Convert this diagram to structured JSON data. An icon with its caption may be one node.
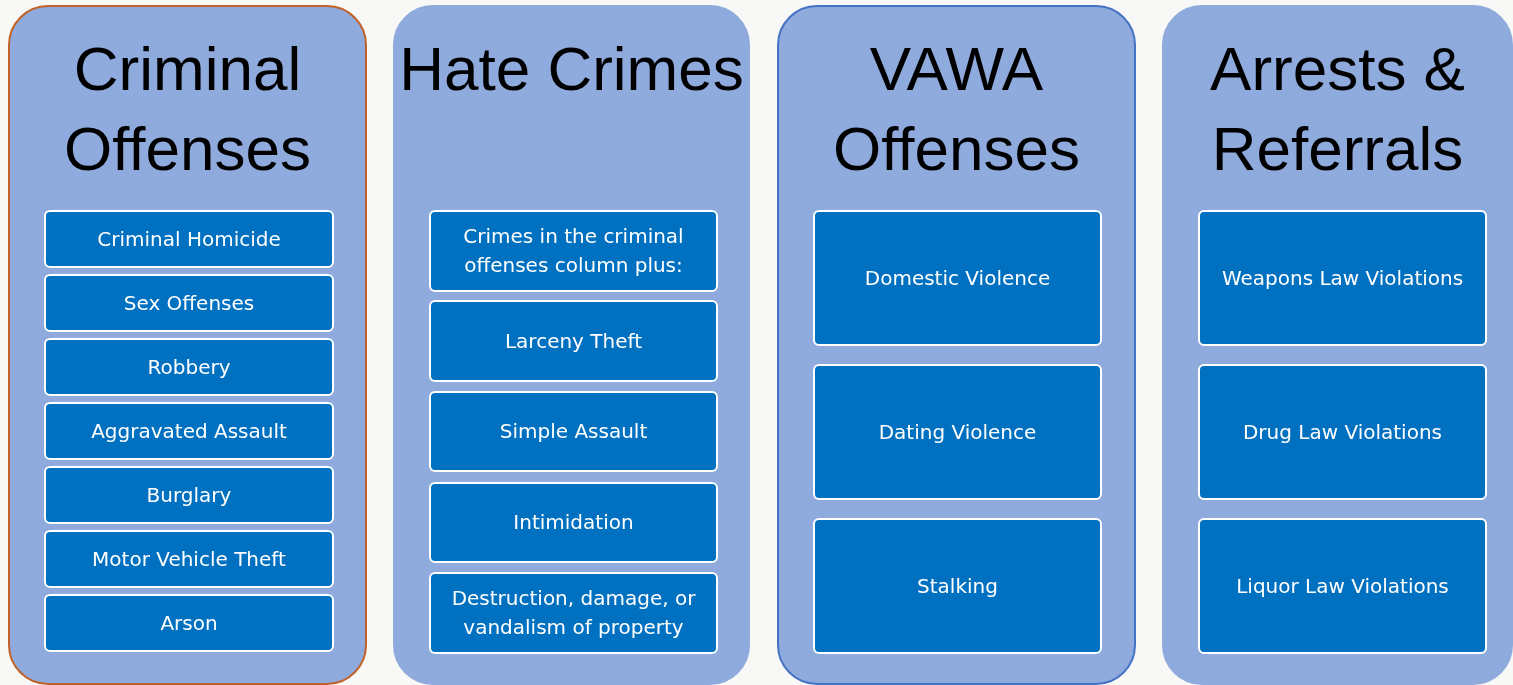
{
  "diagram": {
    "nodes": [
      {
        "text": [
          "Criminal Offenses"
        ]
      },
      {
        "text": [
          "Criminal Homicide"
        ],
        "in": 0
      },
      {
        "text": [
          "Sex Offenses"
        ],
        "in": 0
      },
      {
        "text": [
          "Robbery"
        ],
        "in": 0
      },
      {
        "text": [
          "Aggravated Assault"
        ],
        "in": 0
      },
      {
        "text": [
          "Burglary"
        ],
        "in": 0
      },
      {
        "text": [
          "Motor Vehicle Theft"
        ],
        "in": 0
      },
      {
        "text": [
          "Arson"
        ],
        "in": 0
      },
      {
        "text": [
          "Hate Crimes"
        ]
      },
      {
        "text": [
          "Crimes in the criminal offenses column plus:"
        ],
        "in": 8
      },
      {
        "text": [
          "Larceny Theft"
        ],
        "in": 8
      },
      {
        "text": [
          "Simple Assault"
        ],
        "in": 8
      },
      {
        "text": [
          "Intimidation"
        ],
        "in": 8
      },
      {
        "text": [
          "Destruction, damage, or vandalism of property"
        ],
        "in": 8
      },
      {
        "text": [
          "VAWA Offenses"
        ]
      },
      {
        "text": [
          "Domestic Violence"
        ],
        "in": 14
      },
      {
        "text": [
          "Dating Violence"
        ],
        "in": 14
      },
      {
        "text": [
          "Stalking"
        ],
        "in": 14
      },
      {
        "text": [
          "Arrests & Referrals"
        ]
      },
      {
        "text": [
          "Weapons Law Violations"
        ],
        "in": 18
      },
      {
        "text": [
          "Drug Law Violations"
        ],
        "in": 18
      },
      {
        "text": [
          "Liquor Law Violations"
        ],
        "in": 18
      }
    ]
  }
}
